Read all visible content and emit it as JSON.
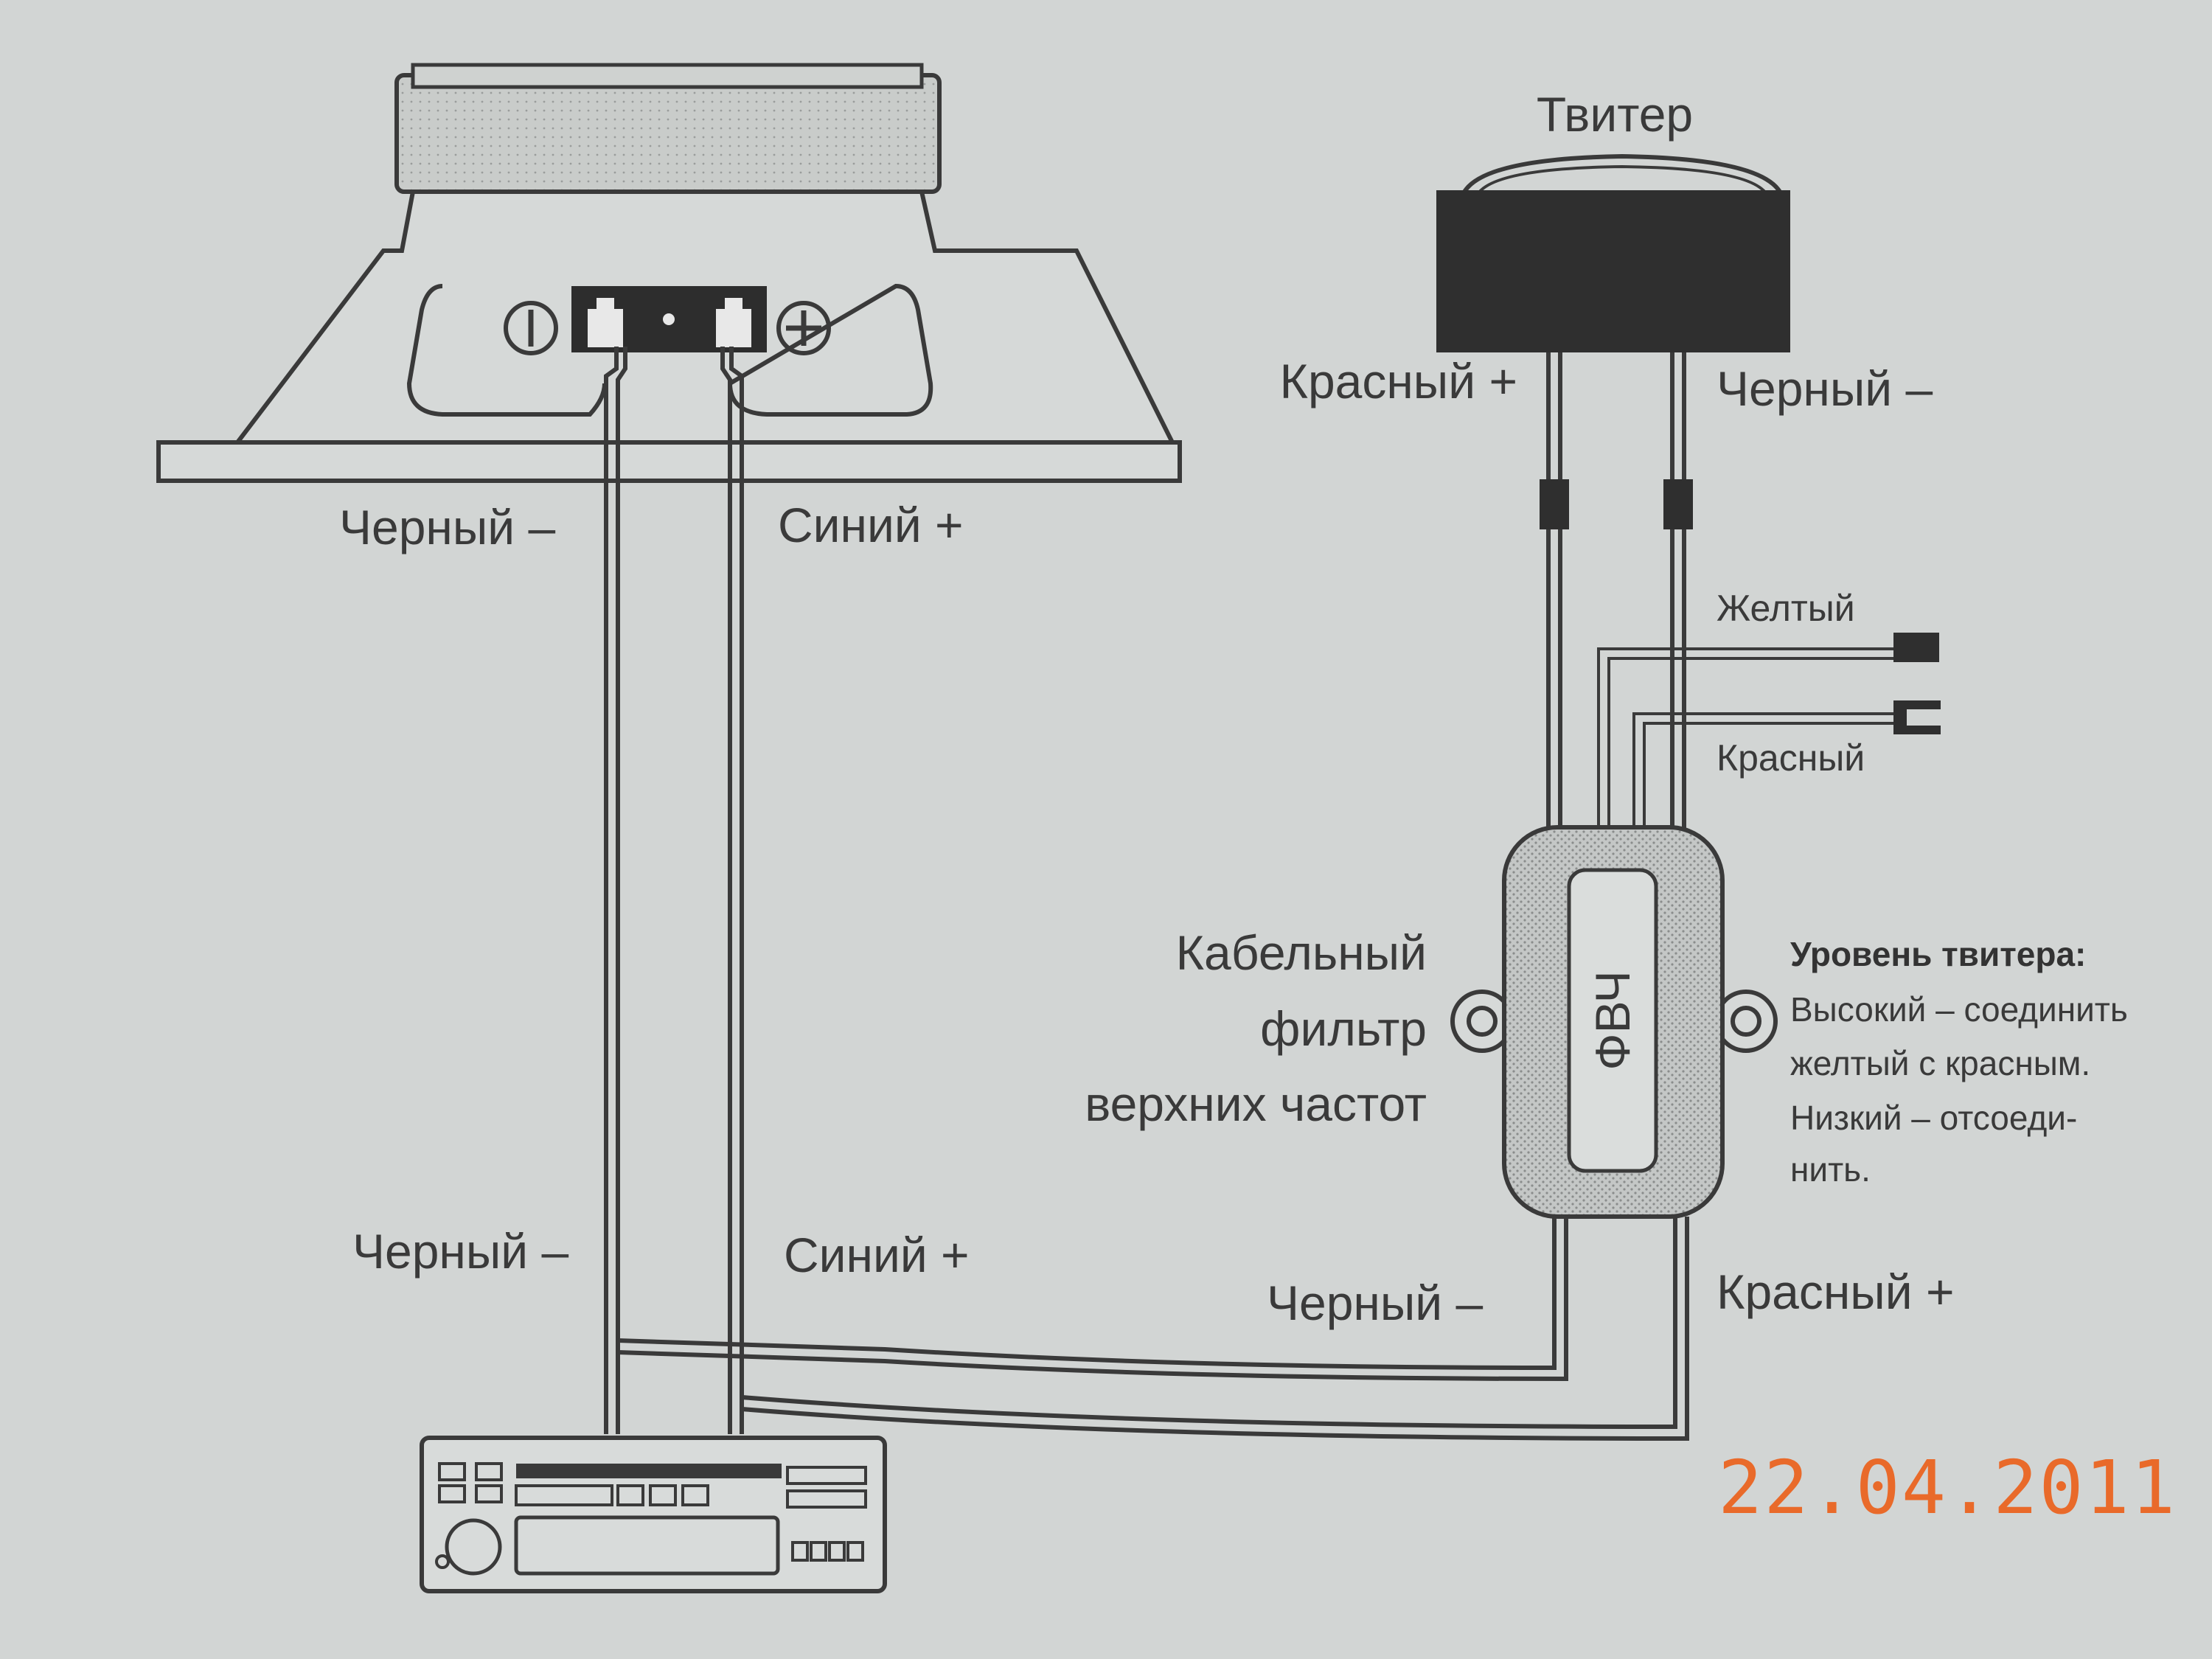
{
  "tweeter": {
    "title": "Твитер",
    "wire_left": "Красный +",
    "wire_right": "Черный –"
  },
  "woofer": {
    "minus_symbol": "−",
    "plus_symbol": "+",
    "wire_left_top": "Черный –",
    "wire_right_top": "Синий +",
    "wire_left_bottom": "Черный –",
    "wire_right_bottom": "Синий +"
  },
  "jumper": {
    "yellow": "Желтый",
    "red": "Красный"
  },
  "filter": {
    "label": "ФВЧ",
    "caption": [
      "Кабельный",
      "фильтр",
      "верхних частот"
    ],
    "out_left": "Черный –",
    "out_right": "Красный +"
  },
  "tweeter_level": {
    "title": "Уровень твитера:",
    "lines": [
      "Высокий – соединить",
      "желтый с красным.",
      "Низкий – отсоеди-",
      "нить."
    ]
  },
  "date_stamp": "22.04.2011",
  "colors": {
    "paper": "#d2d5d4",
    "ink": "#3a3a3a",
    "date": "#e96a2a"
  }
}
